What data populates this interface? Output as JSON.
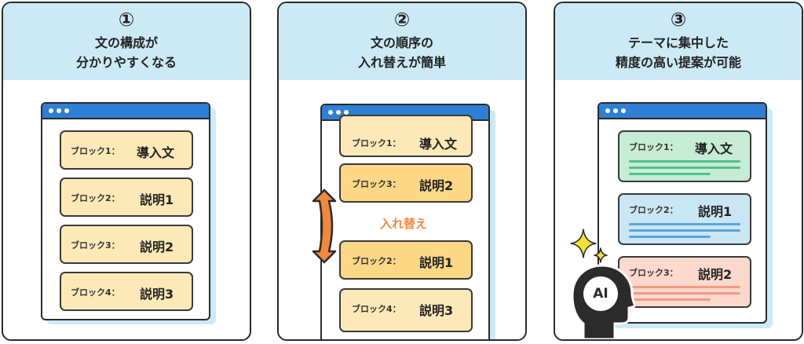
{
  "panels": [
    {
      "number": "①",
      "heading": [
        "文の構成が",
        "分かりやすくなる"
      ],
      "blocks": [
        {
          "label": "ブロック1：",
          "name": "導入文"
        },
        {
          "label": "ブロック2：",
          "name": "説明1"
        },
        {
          "label": "ブロック3：",
          "name": "説明2"
        },
        {
          "label": "ブロック4：",
          "name": "説明3"
        }
      ]
    },
    {
      "number": "②",
      "heading": [
        "文の順序の",
        "入れ替えが簡単"
      ],
      "blocks": [
        {
          "label": "ブロック1：",
          "name": "導入文"
        },
        {
          "label": "ブロック3：",
          "name": "説明2"
        },
        {
          "label": "ブロック2：",
          "name": "説明1"
        },
        {
          "label": "ブロック4：",
          "name": "説明3"
        }
      ],
      "swap_label": "入れ替え"
    },
    {
      "number": "③",
      "heading": [
        "テーマに集中した",
        "精度の高い提案が可能"
      ],
      "blocks": [
        {
          "label": "ブロック1：",
          "name": "導入文"
        },
        {
          "label": "ブロック2：",
          "name": "説明1"
        },
        {
          "label": "ブロック3：",
          "name": "説明2"
        }
      ],
      "ai_badge": "AI"
    }
  ],
  "colors": {
    "header_bg": "#cbeaf6",
    "window_bar": "#2f7fd6",
    "block_yellow": "#fde9b8",
    "block_gold": "#fbd786",
    "block_green": "#c6ecd6",
    "block_blue": "#c9e6f4",
    "block_pink": "#fcd8cd",
    "swap_orange": "#f0883e",
    "sparkle": "#f5e03a",
    "ai_head": "#2b2b2b"
  },
  "icons": [
    "swap-arrow-icon",
    "sparkle-icon",
    "ai-head-icon"
  ]
}
